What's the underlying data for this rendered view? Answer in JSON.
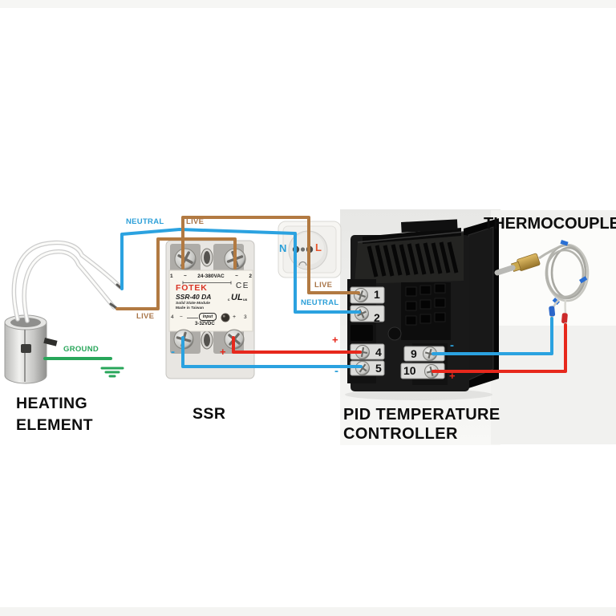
{
  "captions": {
    "heating_element_line1": "HEATING",
    "heating_element_line2": "ELEMENT",
    "ssr": "SSR",
    "pid_line1": "PID TEMPERATURE",
    "pid_line2": "CONTROLLER",
    "thermocouple": "THERMOCOUPLE"
  },
  "wire_labels": {
    "neutral_main": "NEUTRAL",
    "live_main": "LIVE",
    "live_heater": "LIVE",
    "ground": "GROUND",
    "live_pid": "LIVE",
    "neutral_pid": "NEUTRAL",
    "ssr_minus": "-",
    "ssr_plus": "+",
    "pid4_plus": "+",
    "pid5_minus": "-",
    "pid9_minus": "-",
    "pid10_plus": "+"
  },
  "outlet": {
    "neutral_letter": "N",
    "live_letter": "L"
  },
  "ssr_face": {
    "ac_left_num": "1",
    "ac_left_sym": "~",
    "ac_voltage": "24-380VAC",
    "ac_right_sym": "~",
    "ac_right_num": "2",
    "brand": "FOTEK",
    "ce_mark": "CE",
    "model": "SSR-40 DA",
    "ul_c": "c",
    "ul_mark": "UL",
    "ul_us": "us",
    "subtitle1": "Solid State Module",
    "subtitle2": "Made in Taiwan",
    "dc_left_num": "4",
    "dc_left_sym": "−",
    "input_label": "Input",
    "dc_plus_sym": "+",
    "dc_right_num": "3",
    "dc_voltage": "3-32VDC"
  },
  "pid_terminals": {
    "t1": "1",
    "t2": "2",
    "t4": "4",
    "t5": "5",
    "t9": "9",
    "t10": "10"
  },
  "colors": {
    "wire_neutral_blue": "#2ba2e0",
    "wire_live_brown": "#b27a42",
    "wire_dc_red": "#e7281c",
    "ground_green": "#28a65a",
    "label_blue": "#2b9fd8",
    "label_brown": "#a9764a",
    "label_red": "#e7281c",
    "ssr_brand_red": "#d93425",
    "outlet_n_blue": "#2b9fd8",
    "outlet_l_orange": "#e8542c"
  }
}
